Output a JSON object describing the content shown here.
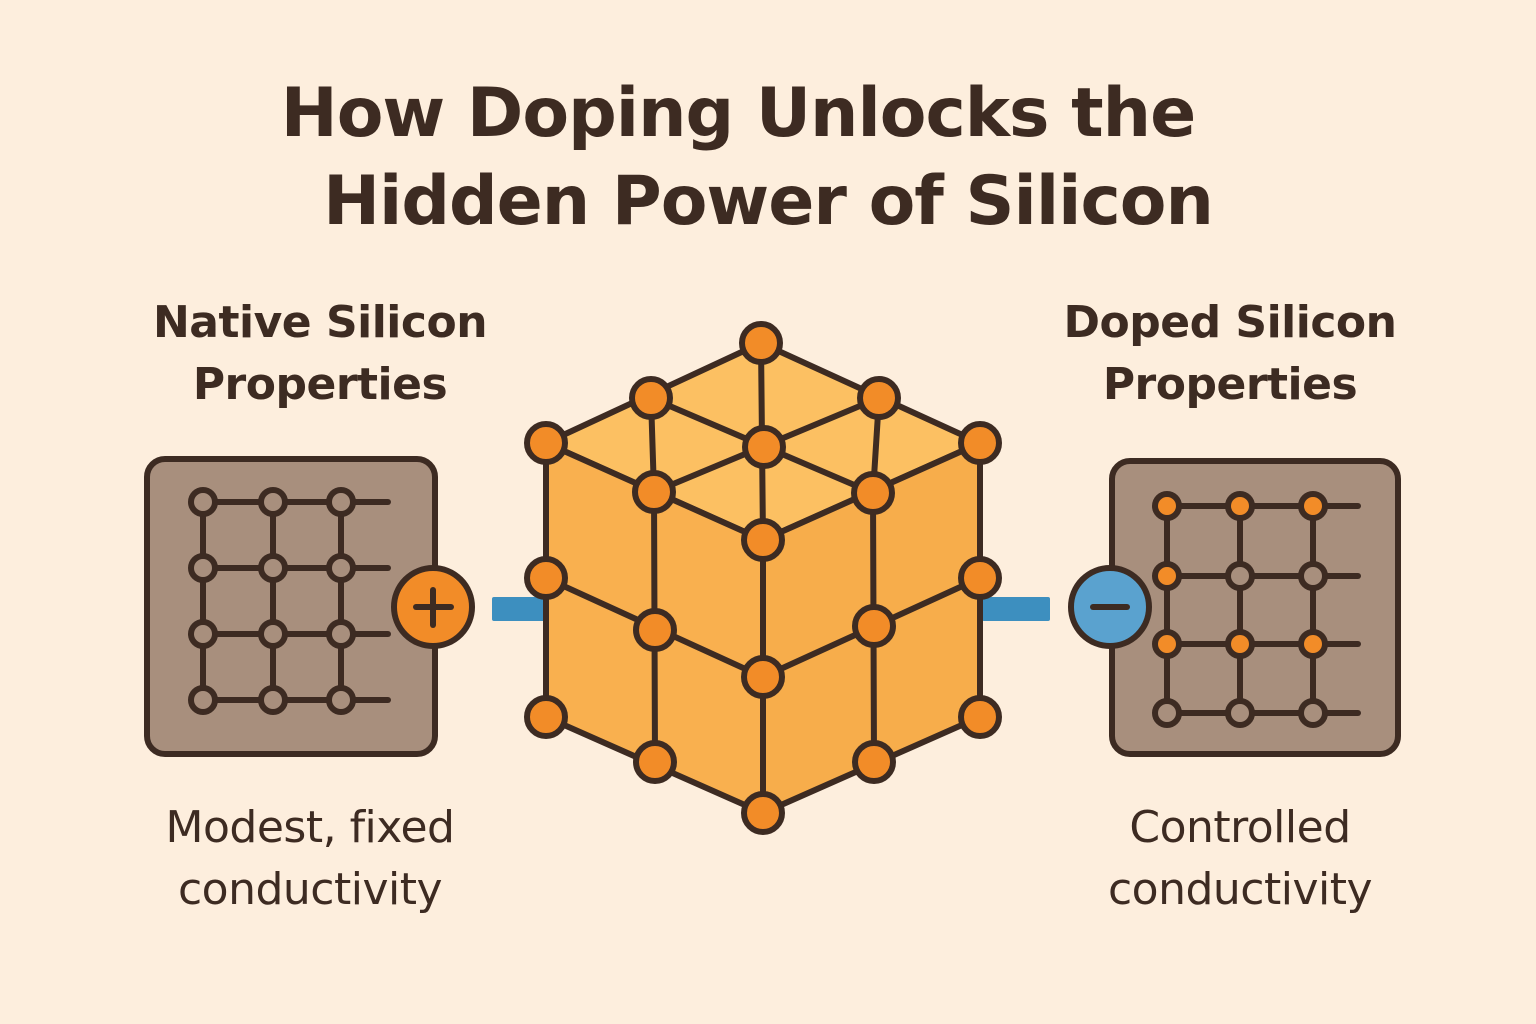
{
  "title": {
    "line1": "How Doping Unlocks the",
    "line2": "Hidden Power of Silicon"
  },
  "left_panel": {
    "heading_line1": "Native Silicon",
    "heading_line2": "Properties",
    "caption_line1": "Modest, fixed",
    "caption_line2": "conductivity",
    "charge_icon": "plus-icon",
    "charge_color": "#f28c28"
  },
  "right_panel": {
    "heading_line1": "Doped Silicon",
    "heading_line2": "Properties",
    "caption_line1": "Controlled",
    "caption_line2": "conductivity",
    "charge_icon": "minus-icon",
    "charge_color": "#5aa2cf"
  },
  "center": {
    "icon": "silicon-crystal-lattice-cube"
  },
  "colors": {
    "background": "#fdeedd",
    "ink": "#3d2b22",
    "panel_fill": "#a88f7d",
    "atom_orange": "#f28c28",
    "cube_face_top": "#fcc062",
    "cube_face_side": "#f9b04f",
    "connector_blue": "#3d8fbf"
  }
}
